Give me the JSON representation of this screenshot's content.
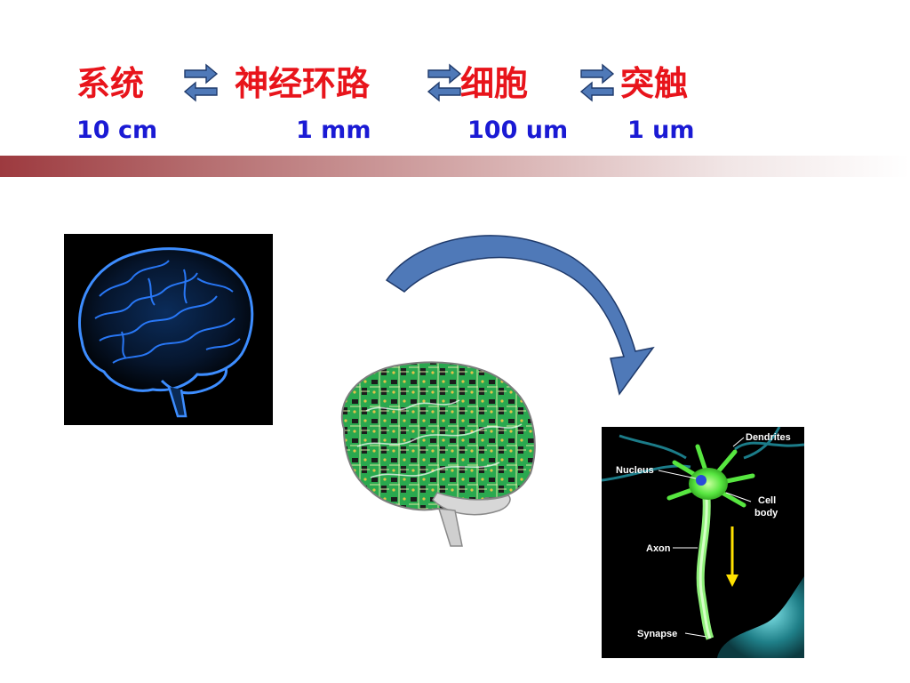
{
  "header": {
    "levels": [
      {
        "label": "系统",
        "scale": "10 cm"
      },
      {
        "label": "神经环路",
        "scale": "1 mm"
      },
      {
        "label": "细胞",
        "scale": "100 um"
      },
      {
        "label": "突触",
        "scale": "1 um"
      }
    ]
  },
  "neuron_diagram": {
    "labels": {
      "dendrites": "Dendrites",
      "nucleus": "Nucleus",
      "cell": "Cell",
      "body": "body",
      "axon": "Axon",
      "synapse": "Synapse"
    }
  },
  "icons": {
    "level_separator": "double-arrow-icon",
    "transition": "curved-arrow-icon",
    "signal_direction": "down-arrow-icon"
  },
  "colors": {
    "level_text": "#e8141b",
    "scale_text": "#1a1ad4",
    "arrow_fill": "#4f79b8",
    "brain_glow": "#2a7cff",
    "circuit_green": "#2aa84f",
    "neuron_green": "#57e640",
    "signal_arrow": "#ffe100"
  }
}
